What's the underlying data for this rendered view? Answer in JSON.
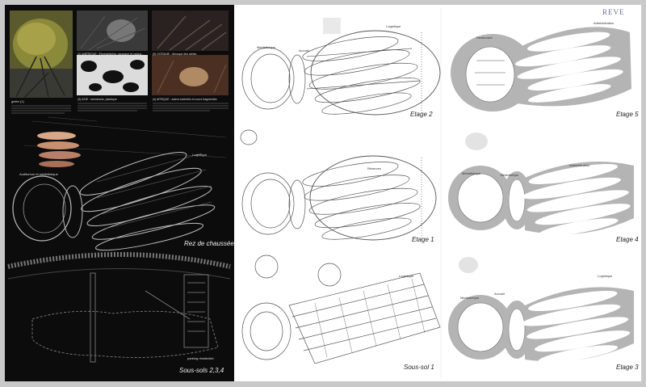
{
  "stamp": "REVE",
  "floor_labels": {
    "etage2": "Etage 2",
    "etage1": "Etage 1",
    "soussol1": "Sous-sol 1",
    "etage5": "Etage 5",
    "etage4": "Etage 4",
    "etage3": "Etage 3",
    "rdc": "Rez de chaussée",
    "soussols": "Sous-sols 2,3,4"
  },
  "room_labels": {
    "logistique": "Logistique",
    "bibliotheque": "Bibliothèque",
    "mediatheque": "Médiathèque",
    "accueil": "Accueil",
    "reserves": "Réserves",
    "restaurant": "Restaurant",
    "administration": "Administration",
    "auditorium": "Auditorium et médiathèque",
    "parking": "parking résidentiel"
  },
  "captions": {
    "photo1": "gelée (1)",
    "photo2": "(2) AMÉRIQUE : Elephantiphia, carapace et cactus…",
    "photo3": "(3) ASIE : membrane, plastique",
    "photo4": "(4) AFRIQUE : autres barbelés et cours fragmentés",
    "photo5": "(5) OCÉANIE : découpe des séries"
  },
  "colors": {
    "dark_panel": "#0c0c0c",
    "plan_background": "#ffffff",
    "grey_fill": "#b4b4b4",
    "stamp": "#6f6fa8"
  }
}
